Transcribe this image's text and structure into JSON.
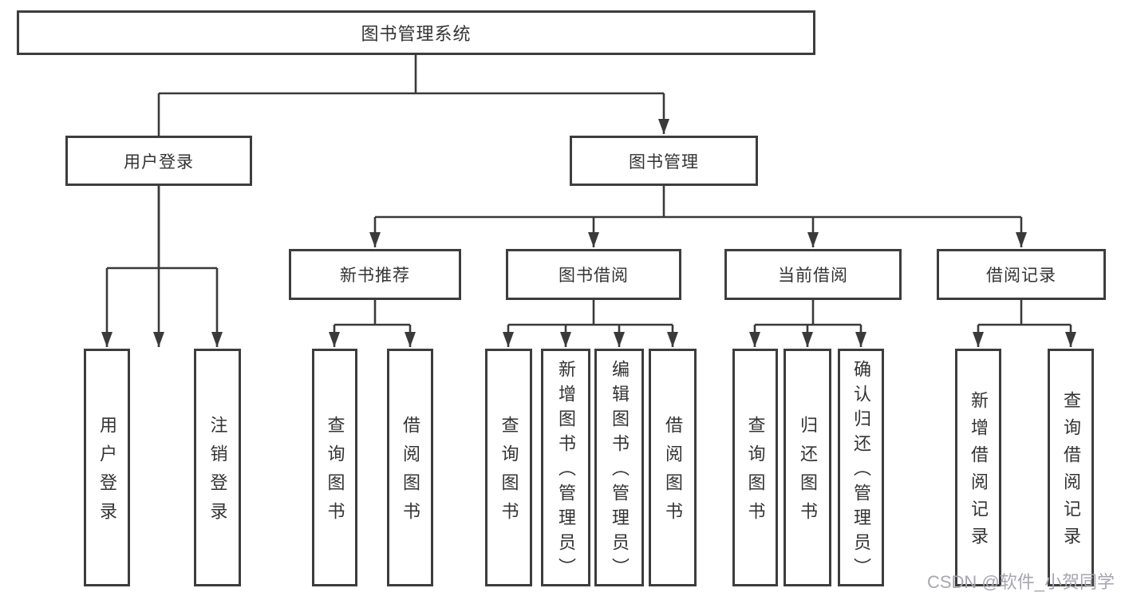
{
  "tree": {
    "label": "图书管理系统",
    "children": [
      {
        "label": "用户登录",
        "children": [
          {
            "label": "用户登录"
          },
          {
            "label": "注销登录"
          }
        ]
      },
      {
        "label": "图书管理",
        "children": [
          {
            "label": "新书推荐",
            "children": [
              {
                "label": "查询图书"
              },
              {
                "label": "借阅图书"
              }
            ]
          },
          {
            "label": "图书借阅",
            "children": [
              {
                "label": "查询图书"
              },
              {
                "label": "新增图书（管理员）"
              },
              {
                "label": "编辑图书（管理员）"
              },
              {
                "label": "借阅图书"
              }
            ]
          },
          {
            "label": "当前借阅",
            "children": [
              {
                "label": "查询图书"
              },
              {
                "label": "归还图书"
              },
              {
                "label": "确认归还（管理员）"
              }
            ]
          },
          {
            "label": "借阅记录",
            "children": [
              {
                "label": "新增借阅记录"
              },
              {
                "label": "查询借阅记录"
              }
            ]
          }
        ]
      }
    ]
  },
  "watermark": {
    "text": "CSDN @软件_小贺同学"
  },
  "colors": {
    "line": "#3a3a3a",
    "box_border": "#3d3d3d",
    "text": "#333333",
    "watermark": "#a6a6af",
    "background": "#ffffff"
  }
}
